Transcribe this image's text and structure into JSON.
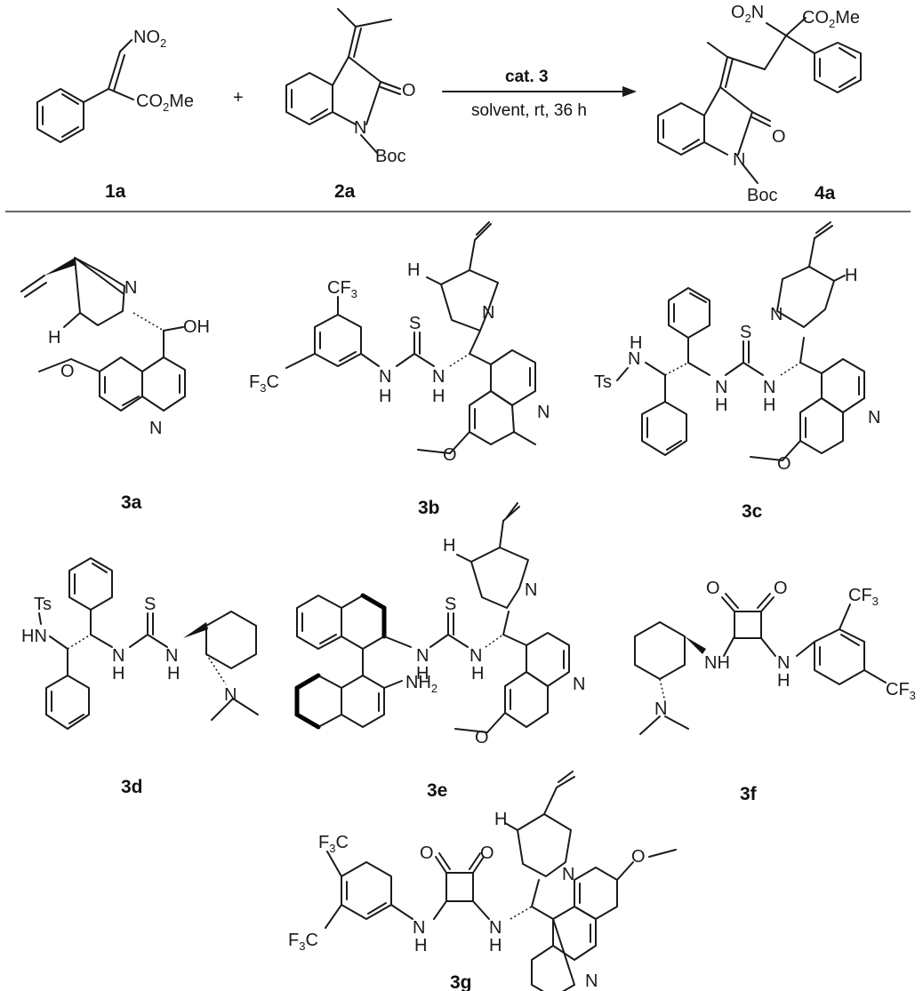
{
  "reaction": {
    "reactant1": "1a",
    "plus": "+",
    "reactant2": "2a",
    "catalyst": "cat. 3",
    "conditions": "solvent, rt, 36 h",
    "product": "4a"
  },
  "atoms": {
    "no2": "NO",
    "no2_sub": "2",
    "o2n_o": "O",
    "o2n_sub": "2",
    "o2n_n": "N",
    "co2": "CO",
    "co2_sub": "2",
    "me": "Me",
    "oxo": "O",
    "n": "N",
    "boc": "Boc",
    "oh": "OH",
    "h": "H",
    "s": "S",
    "nh": "NH",
    "hn": "HN",
    "ts": "Ts",
    "cf3": "CF",
    "cf3_sub": "3",
    "f3c_f": "F",
    "f3c_sub": "3",
    "f3c_c": "C",
    "nh2": "NH",
    "nh2_sub": "2"
  },
  "catalysts": [
    "3a",
    "3b",
    "3c",
    "3d",
    "3e",
    "3f",
    "3g"
  ]
}
